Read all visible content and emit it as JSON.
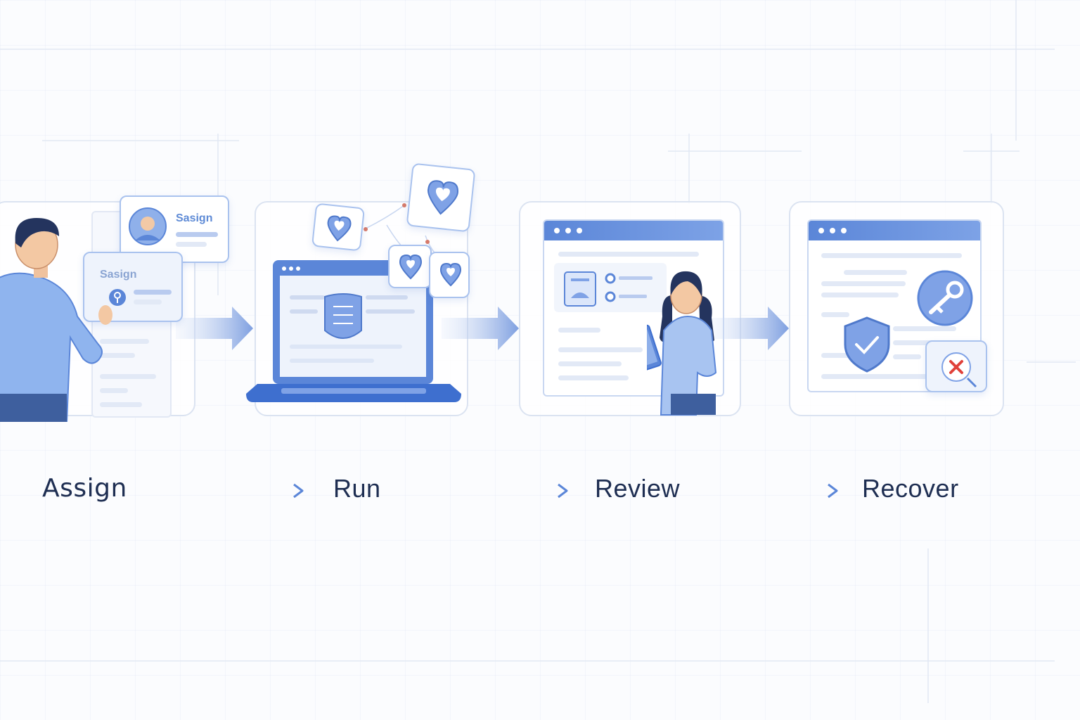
{
  "colors": {
    "accent": "#5b86d8",
    "accent_light": "#a9c2ee",
    "label_text": "#1e2e52",
    "error": "#e0413a"
  },
  "steps": [
    {
      "label": "Assign"
    },
    {
      "label": "Run"
    },
    {
      "label": "Review"
    },
    {
      "label": "Recover"
    }
  ],
  "assign_cards": {
    "back_title": "Sasign",
    "front_title": "Sasign"
  },
  "icons": {
    "person_male": "person-icon",
    "person_female": "person-icon",
    "laptop": "laptop-icon",
    "heart_pin": "heart-pin-icon",
    "shield_check": "shield-check-icon",
    "key": "key-icon",
    "error_badge": "error-x-icon"
  }
}
